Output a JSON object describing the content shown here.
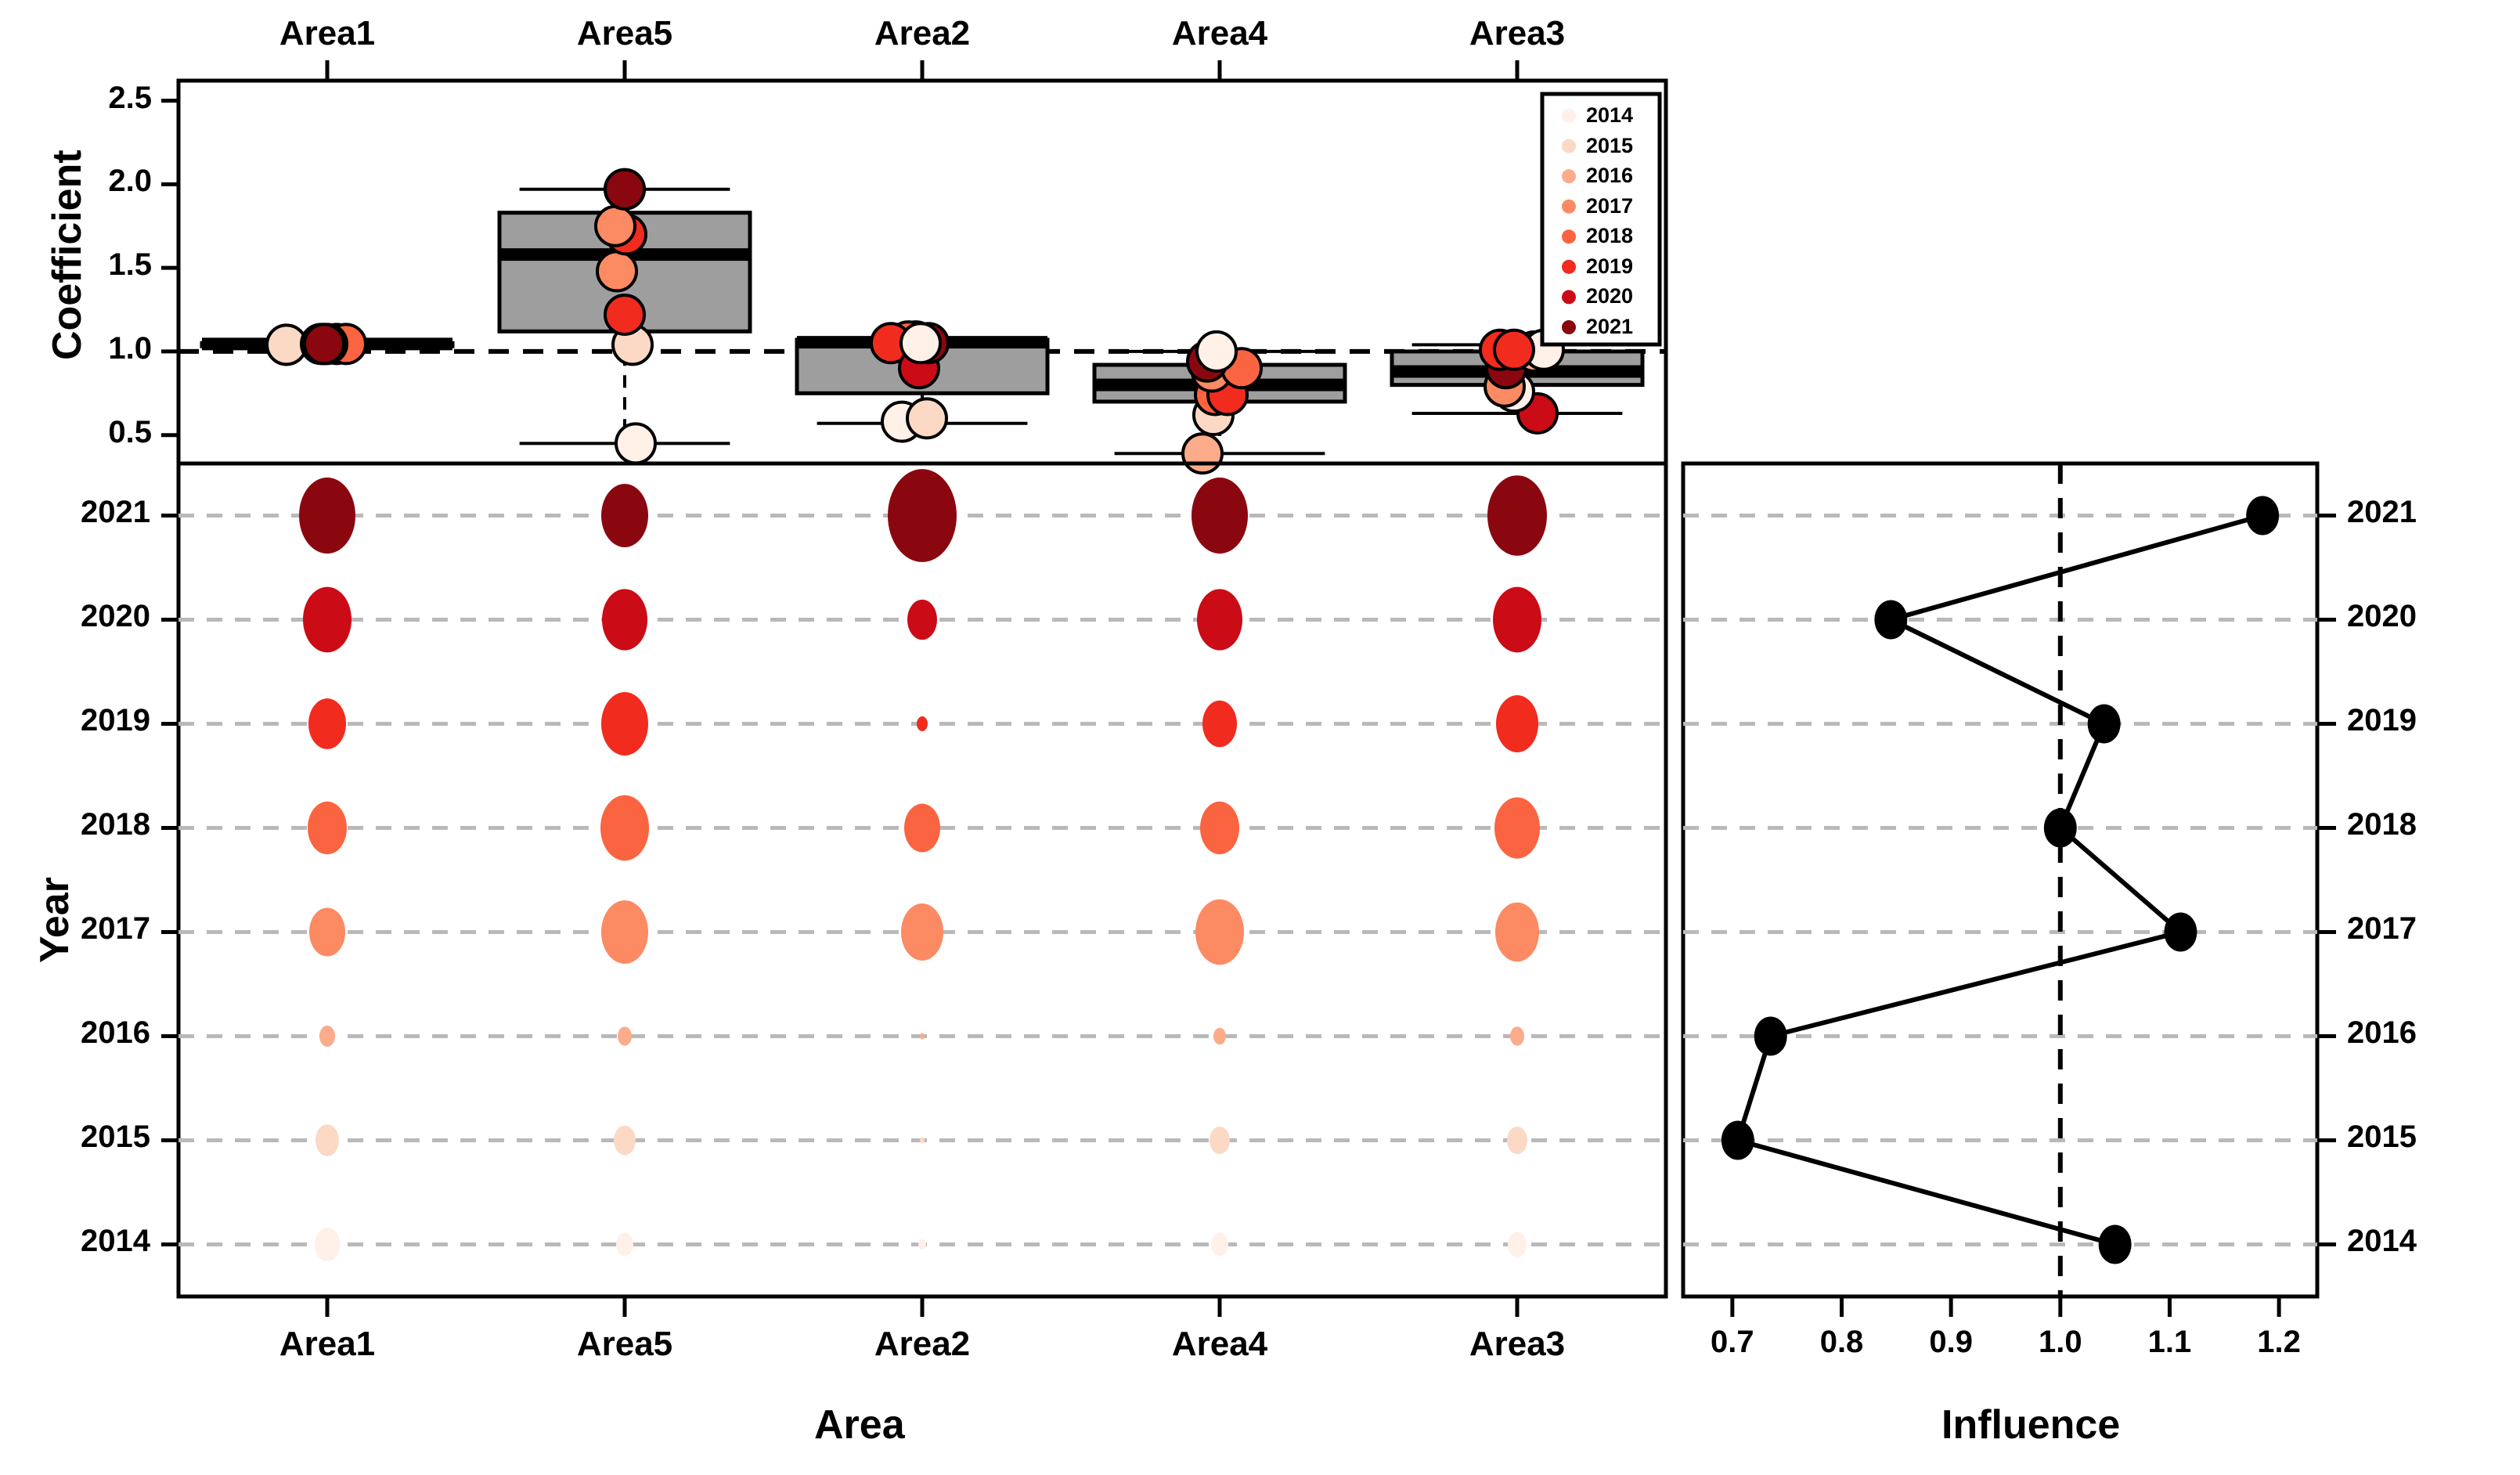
{
  "figure": {
    "panels": [
      "coefficient-boxplot",
      "year-area-bubble",
      "influence-line"
    ]
  },
  "axes": {
    "coefficient_label": "Coefficient",
    "year_label": "Year",
    "area_label": "Area",
    "influence_label": "Influence",
    "coefficient_ticks": [
      "2.5",
      "2.0",
      "1.5",
      "1.0",
      "0.5"
    ],
    "year_ticks": [
      "2021",
      "2020",
      "2019",
      "2018",
      "2017",
      "2016",
      "2015",
      "2014"
    ],
    "influence_ticks": [
      "0.7",
      "0.8",
      "0.9",
      "1.0",
      "1.1",
      "1.2"
    ],
    "area_ticks_top": [
      "Area1",
      "Area5",
      "Area2",
      "Area4",
      "Area3"
    ],
    "area_ticks_bottom": [
      "Area1",
      "Area5",
      "Area2",
      "Area4",
      "Area3"
    ]
  },
  "legend": {
    "title": "",
    "items": [
      {
        "label": "2014",
        "color": "#fff0e8"
      },
      {
        "label": "2015",
        "color": "#fcd9c5"
      },
      {
        "label": "2016",
        "color": "#fcab8b"
      },
      {
        "label": "2017",
        "color": "#fc8a62"
      },
      {
        "label": "2018",
        "color": "#fb6440"
      },
      {
        "label": "2019",
        "color": "#f12b1e"
      },
      {
        "label": "2020",
        "color": "#cb0b16"
      },
      {
        "label": "2021",
        "color": "#8b0710"
      }
    ]
  },
  "chart_data": [
    {
      "type": "boxplot",
      "title": "Coefficient by Area",
      "xlabel": "Area",
      "ylabel": "Coefficient",
      "ylim": [
        0.33,
        2.62
      ],
      "grid": false,
      "categories": [
        "Area1",
        "Area5",
        "Area2",
        "Area4",
        "Area3"
      ],
      "reference_line": 1.0,
      "boxes": [
        {
          "category": "Area1",
          "min": 1.035,
          "q1": 1.04,
          "median": 1.045,
          "q3": 1.05,
          "max": 1.055,
          "points": [
            {
              "year": "2014",
              "value": 1.04,
              "color": "#fff0e8"
            },
            {
              "year": "2015",
              "value": 1.04,
              "color": "#fcd9c5"
            },
            {
              "year": "2016",
              "value": 1.045,
              "color": "#fcab8b"
            },
            {
              "year": "2017",
              "value": 1.045,
              "color": "#fc8a62"
            },
            {
              "year": "2018",
              "value": 1.045,
              "color": "#fb6440"
            },
            {
              "year": "2019",
              "value": 1.045,
              "color": "#f12b1e"
            },
            {
              "year": "2020",
              "value": 1.045,
              "color": "#cb0b16"
            },
            {
              "year": "2021",
              "value": 1.045,
              "color": "#8b0710"
            }
          ]
        },
        {
          "category": "Area5",
          "min": 0.45,
          "q1": 1.12,
          "median": 1.58,
          "q3": 1.83,
          "max": 1.97,
          "points": [
            {
              "year": "2014",
              "value": 0.45,
              "color": "#fff0e8"
            },
            {
              "year": "2015",
              "value": 1.04,
              "color": "#fcd9c5"
            },
            {
              "year": "2016",
              "value": 1.22,
              "color": "#f12b1e"
            },
            {
              "year": "2017",
              "value": 1.48,
              "color": "#fc8a62"
            },
            {
              "year": "2018",
              "value": 1.7,
              "color": "#f12b1e"
            },
            {
              "year": "2019",
              "value": 1.75,
              "color": "#fc8a62"
            },
            {
              "year": "2020",
              "value": 1.97,
              "color": "#8b0710"
            },
            {
              "year": "2021",
              "value": 1.97,
              "color": "#8b0710"
            }
          ]
        },
        {
          "category": "Area2",
          "min": 0.57,
          "q1": 0.75,
          "median": 1.055,
          "q3": 1.07,
          "max": 1.075,
          "points": [
            {
              "year": "2014",
              "value": 0.58,
              "color": "#fff0e8"
            },
            {
              "year": "2015",
              "value": 0.6,
              "color": "#fcd9c5"
            },
            {
              "year": "2016",
              "value": 1.06,
              "color": "#fcab8b"
            },
            {
              "year": "2017",
              "value": 1.06,
              "color": "#fb6440"
            },
            {
              "year": "2018",
              "value": 1.05,
              "color": "#f12b1e"
            },
            {
              "year": "2019",
              "value": 0.9,
              "color": "#cb0b16"
            },
            {
              "year": "2020",
              "value": 1.05,
              "color": "#8b0710"
            },
            {
              "year": "2021",
              "value": 1.05,
              "color": "#fff0e8"
            }
          ]
        },
        {
          "category": "Area4",
          "min": 0.39,
          "q1": 0.7,
          "median": 0.8,
          "q3": 0.92,
          "max": 1.0,
          "points": [
            {
              "year": "2014",
              "value": 0.39,
              "color": "#fcab8b"
            },
            {
              "year": "2015",
              "value": 0.62,
              "color": "#fcd9c5"
            },
            {
              "year": "2016",
              "value": 0.74,
              "color": "#fb6440"
            },
            {
              "year": "2017",
              "value": 0.74,
              "color": "#f12b1e"
            },
            {
              "year": "2018",
              "value": 0.88,
              "color": "#fc8a62"
            },
            {
              "year": "2019",
              "value": 0.9,
              "color": "#fb6440"
            },
            {
              "year": "2020",
              "value": 0.94,
              "color": "#8b0710"
            },
            {
              "year": "2021",
              "value": 1.0,
              "color": "#fff0e8"
            }
          ]
        },
        {
          "category": "Area3",
          "min": 0.63,
          "q1": 0.8,
          "median": 0.88,
          "q3": 1.0,
          "max": 1.04,
          "points": [
            {
              "year": "2014",
              "value": 0.63,
              "color": "#cb0b16"
            },
            {
              "year": "2015",
              "value": 0.76,
              "color": "#fff0e8"
            },
            {
              "year": "2016",
              "value": 0.79,
              "color": "#fc8a62"
            },
            {
              "year": "2017",
              "value": 0.9,
              "color": "#8b0710"
            },
            {
              "year": "2018",
              "value": 1.0,
              "color": "#fcab8b"
            },
            {
              "year": "2019",
              "value": 1.01,
              "color": "#f12b1e"
            },
            {
              "year": "2020",
              "value": 1.01,
              "color": "#fff0e8"
            },
            {
              "year": "2021",
              "value": 1.01,
              "color": "#f12b1e"
            }
          ]
        }
      ]
    },
    {
      "type": "bubble",
      "title": "Sample size by Year and Area",
      "xlabel": "Area",
      "ylabel": "Year",
      "categories_x": [
        "Area1",
        "Area5",
        "Area2",
        "Area4",
        "Area3"
      ],
      "categories_y": [
        "2021",
        "2020",
        "2019",
        "2018",
        "2017",
        "2016",
        "2015",
        "2014"
      ],
      "grid": "horizontal-dashed",
      "size_unit": "radius-px",
      "bubbles": [
        {
          "year": "2021",
          "color": "#8b0710",
          "sizes": [
            36,
            30,
            44,
            36,
            38
          ]
        },
        {
          "year": "2020",
          "color": "#cb0b16",
          "sizes": [
            31,
            29,
            19,
            29,
            31
          ]
        },
        {
          "year": "2019",
          "color": "#f12b1e",
          "sizes": [
            24,
            30,
            7,
            22,
            27
          ]
        },
        {
          "year": "2018",
          "color": "#fb6440",
          "sizes": [
            25,
            31,
            23,
            25,
            29
          ]
        },
        {
          "year": "2017",
          "color": "#fc8a62",
          "sizes": [
            23,
            30,
            27,
            31,
            28
          ]
        },
        {
          "year": "2016",
          "color": "#fcab8b",
          "sizes": [
            10,
            9,
            3,
            8,
            9
          ]
        },
        {
          "year": "2015",
          "color": "#fcd9c5",
          "sizes": [
            15,
            14,
            3,
            13,
            13
          ]
        },
        {
          "year": "2014",
          "color": "#fff0e8",
          "sizes": [
            16,
            11,
            5,
            11,
            12
          ]
        }
      ]
    },
    {
      "type": "line",
      "title": "Influence by Year",
      "xlabel": "Influence",
      "ylabel": "Year",
      "xlim": [
        0.655,
        1.235
      ],
      "grid": "horizontal-dashed",
      "reference_line": 1.0,
      "categories": [
        "2014",
        "2015",
        "2016",
        "2017",
        "2018",
        "2019",
        "2020",
        "2021"
      ],
      "values": [
        1.05,
        0.705,
        0.735,
        1.11,
        1.0,
        1.04,
        0.845,
        1.185
      ]
    }
  ]
}
